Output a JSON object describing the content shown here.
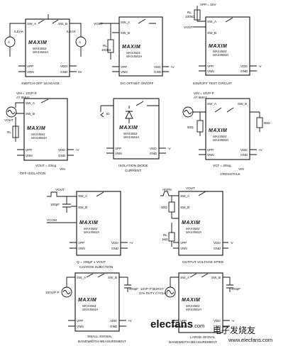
{
  "pins": {
    "sw_a": "SW_A",
    "sw_b": "SW_B",
    "vpp": "VPP",
    "vnn": "VNN",
    "vdd": "VDD",
    "gnd": "GND"
  },
  "brand": "MAXIM",
  "part_a": "MAX4563",
  "part_b": "MAX4563A",
  "common": {
    "zero_v": "0V",
    "plus_v": "+V",
    "minus_v": "-V",
    "vout": "VOUT",
    "rl": "RL",
    "rl_val": "100kΩ",
    "r50": "50Ω",
    "fifty": "50Ω",
    "c100": "100pF",
    "c200": "200pF"
  },
  "circuits": [
    {
      "caption": "SWITCH-OFF LEAKAGE",
      "ileak_a": "ILEAK",
      "ileak_b": "ILEAK",
      "meter": "A"
    },
    {
      "caption": "DC OFFSET ON/OFF"
    },
    {
      "caption": "tON/tOFF TEST CIRCUIT",
      "pulse": "VPP = 10V"
    },
    {
      "caption": "OFF-ISOLATION",
      "src": "VIN = 10VP-P",
      "freq": "AT 5MHz",
      "eq1": "VOUT = 20log",
      "eq2": "VIN"
    },
    {
      "caption1": "ISOLATION DIODE",
      "caption2": "CURRENT",
      "id": "ID"
    },
    {
      "caption": "CROSSTALK",
      "src": "VIN = 10VP-P",
      "freq": "AT 5MHz",
      "eq1": "VCT = 20log",
      "eq2": "VIN"
    },
    {
      "caption1": "Q = 100pF x VOUT",
      "caption2": "CHARGE INJECTION",
      "vcom": "VCOM"
    },
    {
      "caption": "OUTPUT VOLTAGE SPIKE",
      "pulse": "+5VPK",
      "rl_val": "1kΩ"
    },
    {
      "caption1": "SMALL-SIGNAL",
      "caption2": "BANDWIDTH MEASUREMENT",
      "src": "10mVP-P"
    },
    {
      "caption1": "LARGE-SIGNAL",
      "caption2": "BANDWIDTH MEASUREMENT",
      "src1": "10VP-P BURST",
      "src2": "(1% DUTY CYCLE)"
    }
  ],
  "watermark": {
    "logo": "elecfans",
    "tld": ".com",
    "cn": "电子发烧友",
    "url": "www.elecfans.com"
  }
}
